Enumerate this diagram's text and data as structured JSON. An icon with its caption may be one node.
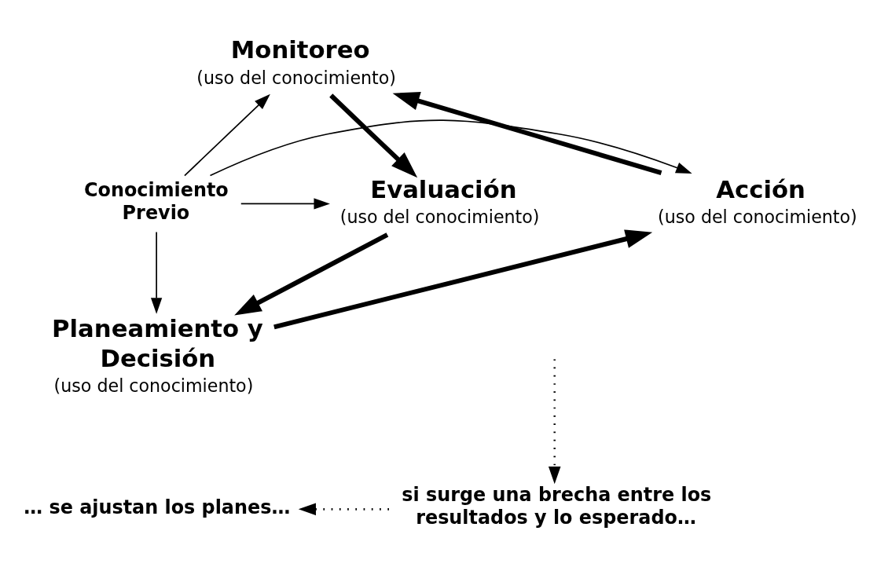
{
  "diagram": {
    "nodes": [
      {
        "text": [
          "Monitoreo",
          "(uso del conocimiento)"
        ]
      },
      {
        "text": [
          "Acción",
          "(uso del conocimiento)"
        ]
      },
      {
        "text": [
          "Conocimiento Previo"
        ]
      },
      {
        "text": [
          "Evaluación",
          "(uso del conocimiento)"
        ]
      },
      {
        "text": [
          "Planeamiento y Decisión",
          "(uso del conocimiento)"
        ]
      },
      {
        "text": [
          "… se ajustan los planes…"
        ]
      },
      {
        "text": [
          "si surge una brecha entre los resultados y lo esperado…"
        ]
      }
    ],
    "edges": [
      {
        "from": 2,
        "to": 0,
        "arrow": "to"
      },
      {
        "from": 2,
        "to": 1,
        "arrow": "to"
      },
      {
        "from": 2,
        "to": 3,
        "arrow": "to"
      },
      {
        "from": 2,
        "to": 4,
        "arrow": "to"
      },
      {
        "from": 1,
        "to": 0,
        "arrow": "to",
        "style": "thick"
      },
      {
        "from": 0,
        "to": 3,
        "arrow": "to",
        "style": "thick"
      },
      {
        "from": 3,
        "to": 4,
        "arrow": "to",
        "style": "thick"
      },
      {
        "from": 4,
        "to": 1,
        "arrow": "to",
        "style": "thick"
      },
      {
        "from": null,
        "to": 6,
        "arrow": "to",
        "style": "dashed"
      },
      {
        "from": 6,
        "to": 5,
        "arrow": "to",
        "style": "dashed"
      }
    ]
  }
}
